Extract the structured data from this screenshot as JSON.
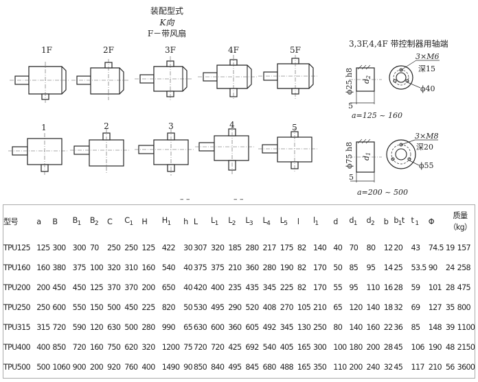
{
  "title": {
    "line1": "装配型式",
    "line2": "K向",
    "line3": "F－带风扇"
  },
  "right_caption": "3,3F,4,4F 带控制器用轴端",
  "top_row_labels": [
    "1F",
    "2F",
    "3F",
    "4F",
    "5F"
  ],
  "bottom_row_labels": [
    "1",
    "2",
    "3",
    "4",
    "5"
  ],
  "shaft_top": {
    "dia": "ϕ25 h8",
    "d_label": "d",
    "d_sub": "2",
    "five": "5",
    "thread": "3×M6",
    "depth": "深15",
    "circle": "ϕ40",
    "range": "a=125 ~ 160"
  },
  "shaft_bottom": {
    "dia": "ϕ75 h8",
    "d_label": "d",
    "d_sub": "1",
    "five": "5",
    "thread": "3×M8",
    "depth": "深20",
    "circle": "ϕ55",
    "range": "a=200 ~ 500"
  },
  "table": {
    "headers": [
      {
        "t": "型号"
      },
      {
        "t": "a"
      },
      {
        "t": "B"
      },
      {
        "t": "B",
        "s": "1"
      },
      {
        "t": "B",
        "s": "2"
      },
      {
        "t": "C"
      },
      {
        "t": "C",
        "s": "1"
      },
      {
        "t": "H"
      },
      {
        "t": "H",
        "s": "1"
      },
      {
        "t": "h"
      },
      {
        "t": "L"
      },
      {
        "t": "L",
        "s": "1"
      },
      {
        "t": "L",
        "s": "2"
      },
      {
        "t": "L",
        "s": "3"
      },
      {
        "t": "L",
        "s": "4"
      },
      {
        "t": "L",
        "s": "5"
      },
      {
        "t": "l"
      },
      {
        "t": "l",
        "s": "1"
      },
      {
        "t": "d"
      },
      {
        "t": "d",
        "s": "1"
      },
      {
        "t": "d",
        "s": "2"
      },
      {
        "t": "b"
      },
      {
        "t": "b",
        "s": "1",
        "t2": "t"
      },
      {
        "t": "t",
        "s": " 1"
      },
      {
        "t": "Φ"
      },
      {
        "t": "质量",
        "t2": "（kg）"
      }
    ],
    "rows": [
      [
        "TPU125",
        "125",
        "300",
        "300",
        "70",
        "250",
        "250",
        "125",
        "422",
        "30",
        "307",
        "320",
        "185",
        "280",
        "217",
        "175",
        "82",
        "140",
        "40",
        "70",
        "80",
        "12",
        "20",
        "43",
        "74.5",
        "19",
        "157"
      ],
      [
        "TPU160",
        "160",
        "380",
        "375",
        "100",
        "320",
        "310",
        "160",
        "540",
        "40",
        "375",
        "375",
        "210",
        "360",
        "280",
        "190",
        "82",
        "170",
        "50",
        "85",
        "95",
        "14",
        "25",
        "53.5",
        "90",
        "24",
        "258"
      ],
      [
        "TPU200",
        "200",
        "450",
        "450",
        "125",
        "370",
        "370",
        "200",
        "650",
        "40",
        "420",
        "400",
        "235",
        "435",
        "345",
        "225",
        "82",
        "170",
        "55",
        "95",
        "110",
        "16",
        "28",
        "59",
        "101",
        "28",
        "475"
      ],
      [
        "TPU250",
        "250",
        "600",
        "550",
        "150",
        "500",
        "450",
        "225",
        "820",
        "50",
        "530",
        "495",
        "290",
        "520",
        "408",
        "270",
        "105",
        "210",
        "65",
        "120",
        "140",
        "18",
        "32",
        "69",
        "127",
        "35",
        "800"
      ],
      [
        "TPU315",
        "315",
        "720",
        "590",
        "120",
        "630",
        "500",
        "280",
        "990",
        "65",
        "630",
        "600",
        "360",
        "605",
        "492",
        "345",
        "130",
        "250",
        "80",
        "140",
        "160",
        "22",
        "36",
        "85",
        "148",
        "39",
        "1100"
      ],
      [
        "TPU400",
        "400",
        "850",
        "720",
        "160",
        "750",
        "620",
        "320",
        "1200",
        "75",
        "720",
        "720",
        "425",
        "692",
        "540",
        "405",
        "165",
        "300",
        "100",
        "180",
        "200",
        "28",
        "45",
        "106",
        "190",
        "48",
        "2150"
      ],
      [
        "TPU500",
        "500",
        "1060",
        "900",
        "200",
        "920",
        "760",
        "400",
        "1490",
        "90",
        "850",
        "840",
        "495",
        "845",
        "680",
        "488",
        "165",
        "350",
        "110",
        "200",
        "240",
        "32",
        "45",
        "117",
        "210",
        "56",
        "3600"
      ]
    ]
  }
}
